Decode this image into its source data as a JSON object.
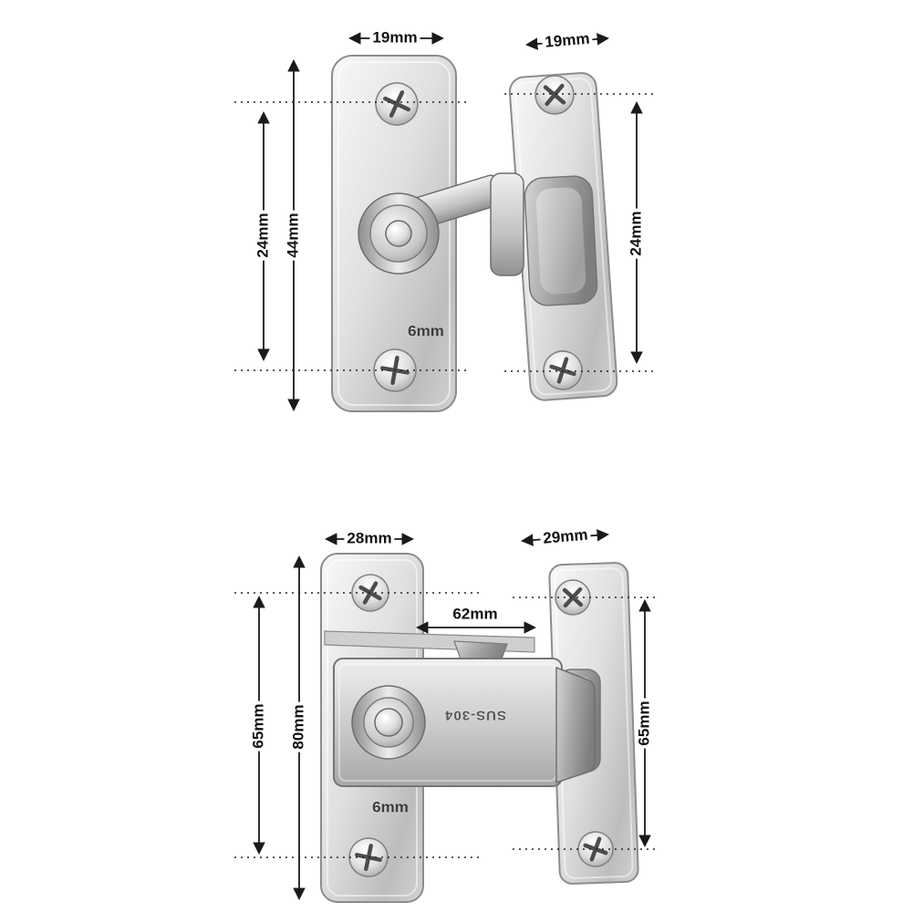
{
  "product_diagram": {
    "top_view": {
      "left_plate_width": "19mm",
      "right_plate_width": "19mm",
      "left_screw_spacing": "24mm",
      "left_plate_height": "44mm",
      "right_screw_spacing": "24mm",
      "plate_thickness": "6mm"
    },
    "bottom_view": {
      "left_plate_width": "28mm",
      "right_plate_width": "29mm",
      "latch_span": "62mm",
      "left_screw_spacing": "65mm",
      "left_plate_height": "80mm",
      "right_screw_spacing": "65mm",
      "material_marking": "SUS-304",
      "plate_thickness": "6mm"
    },
    "colors": {
      "background": "#ffffff",
      "dimension_ink": "#1a1a1a",
      "metal_light": "#f5f5f5",
      "metal_mid": "#c6c6c6",
      "metal_dark": "#8e8e8e"
    }
  }
}
